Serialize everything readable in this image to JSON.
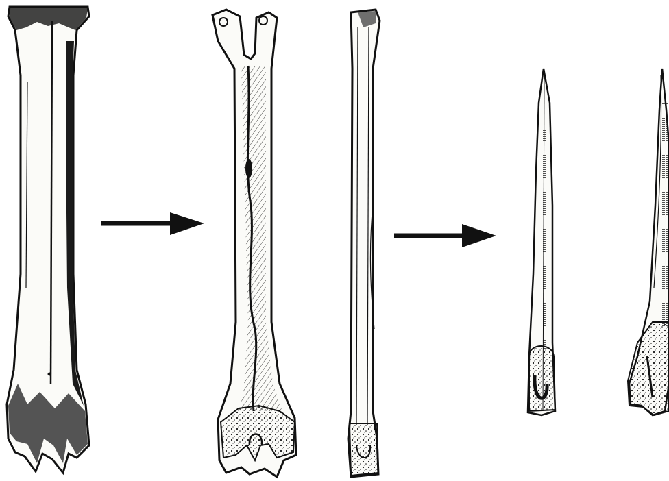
{
  "figure": {
    "background_color": "#ffffff",
    "ink_color": "#111111",
    "bone_fill": "#fbfbf8",
    "stages": [
      {
        "id": "whole-metapodial",
        "icon": "bone-icon"
      },
      {
        "id": "split-halves",
        "icon": "split-bone-icon"
      },
      {
        "id": "finished-awls",
        "icon": "awl-icon"
      }
    ],
    "arrows": [
      {
        "from": "whole-metapodial",
        "to": "split-halves",
        "icon": "right-arrow-icon"
      },
      {
        "from": "split-halves",
        "to": "finished-awls",
        "icon": "right-arrow-icon"
      }
    ]
  }
}
